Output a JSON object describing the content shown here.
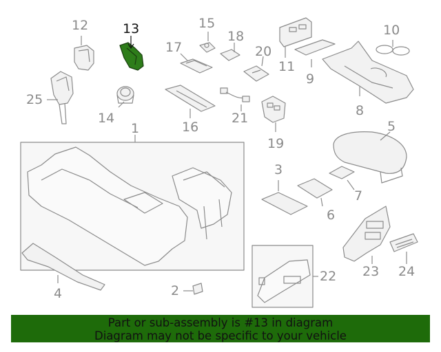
{
  "diagram": {
    "highlighted_part": "13",
    "highlight_color": "#2e7d1a",
    "line_color": "#8a8a8a",
    "callouts": [
      {
        "id": "1",
        "label": "1"
      },
      {
        "id": "2",
        "label": "2"
      },
      {
        "id": "3",
        "label": "3"
      },
      {
        "id": "4",
        "label": "4"
      },
      {
        "id": "5",
        "label": "5"
      },
      {
        "id": "6",
        "label": "6"
      },
      {
        "id": "7",
        "label": "7"
      },
      {
        "id": "8",
        "label": "8"
      },
      {
        "id": "9",
        "label": "9"
      },
      {
        "id": "10",
        "label": "10"
      },
      {
        "id": "11",
        "label": "11"
      },
      {
        "id": "12",
        "label": "12"
      },
      {
        "id": "13",
        "label": "13"
      },
      {
        "id": "14",
        "label": "14"
      },
      {
        "id": "15",
        "label": "15"
      },
      {
        "id": "16",
        "label": "16"
      },
      {
        "id": "17",
        "label": "17"
      },
      {
        "id": "18",
        "label": "18"
      },
      {
        "id": "19",
        "label": "19"
      },
      {
        "id": "20",
        "label": "20"
      },
      {
        "id": "21",
        "label": "21"
      },
      {
        "id": "22",
        "label": "22"
      },
      {
        "id": "23",
        "label": "23"
      },
      {
        "id": "24",
        "label": "24"
      },
      {
        "id": "25",
        "label": "25"
      }
    ]
  },
  "banner": {
    "line1": "Part or sub-assembly is #13 in diagram",
    "line2": "Diagram may not be specific to your vehicle",
    "background": "#1e6b0a"
  }
}
